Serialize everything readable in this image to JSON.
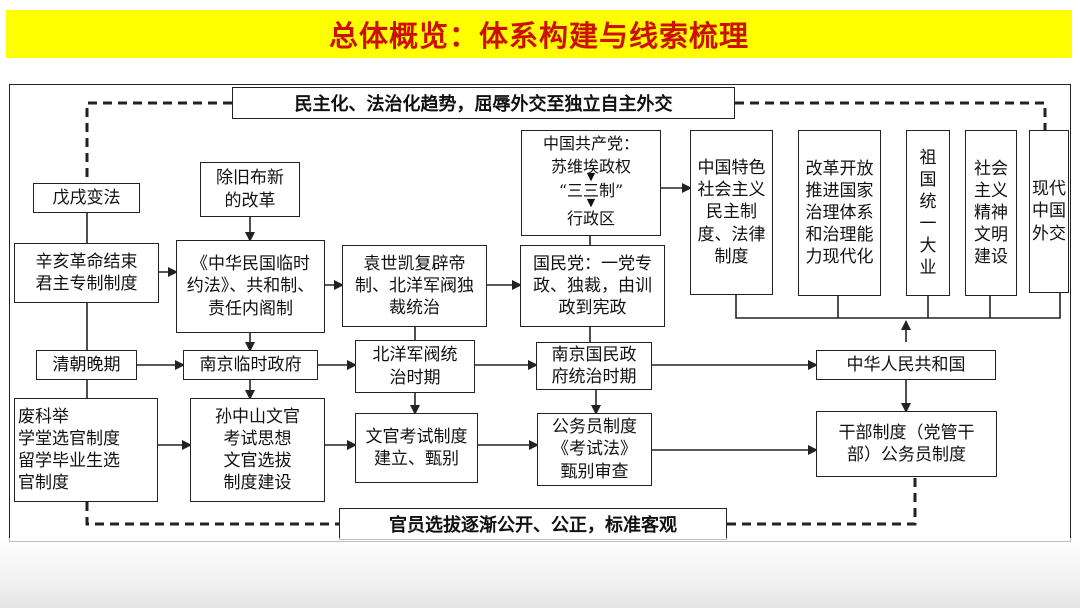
{
  "title": "总体概览：体系构建与线索梳理",
  "banners": {
    "top": "民主化、法治化趋势，屈辱外交至独立自主外交",
    "bottom": "官员选拔逐渐公开、公正，标准客观"
  },
  "boxes": {
    "wuxu": "戊戌变法",
    "xinhai": "辛亥革命结束\n君主专制制度",
    "qingmo": "清朝晚期",
    "feikeju": "废科举\n学堂选官制度\n留学毕业生选\n官制度",
    "chujiu": "除旧布新\n的改革",
    "yuefa": "《中华民国临时\n约法》、共和制、\n责任内阁制",
    "nanjing_linshi": "南京临时政府",
    "sunzhongshan": "孙中山文官\n考试思想\n文官选拔\n制度建设",
    "yuanshikai": "袁世凯复辟帝\n制、北洋军阀独\n裁统治",
    "beiyang": "北洋军阀统\n治时期",
    "wenguan": "文官考试制度\n建立、甄别",
    "guomindang": "国民党：一党专\n政、独裁，由训\n政到宪政",
    "nanjing_guomin": "南京国民政\n府统治时期",
    "gongwuyuan": "公务员制度\n《考试法》\n甄别审查",
    "prc": "中华人民共和国",
    "ganbu": "干部制度（党管干\n部）公务员制度",
    "tese": "中国特色社会主义民主制度、法律制度",
    "gaige": "改革开放推进国家治理体系和治理能力现代化",
    "zuguo": "祖国统一大业",
    "jingshen": "社会主义精神文明建设",
    "waijiao": "现代中国外交"
  },
  "ccp": {
    "line1": "中国共产党：",
    "line2": "苏维埃政权",
    "line3": "“三三制”",
    "line4": "行政区"
  }
}
